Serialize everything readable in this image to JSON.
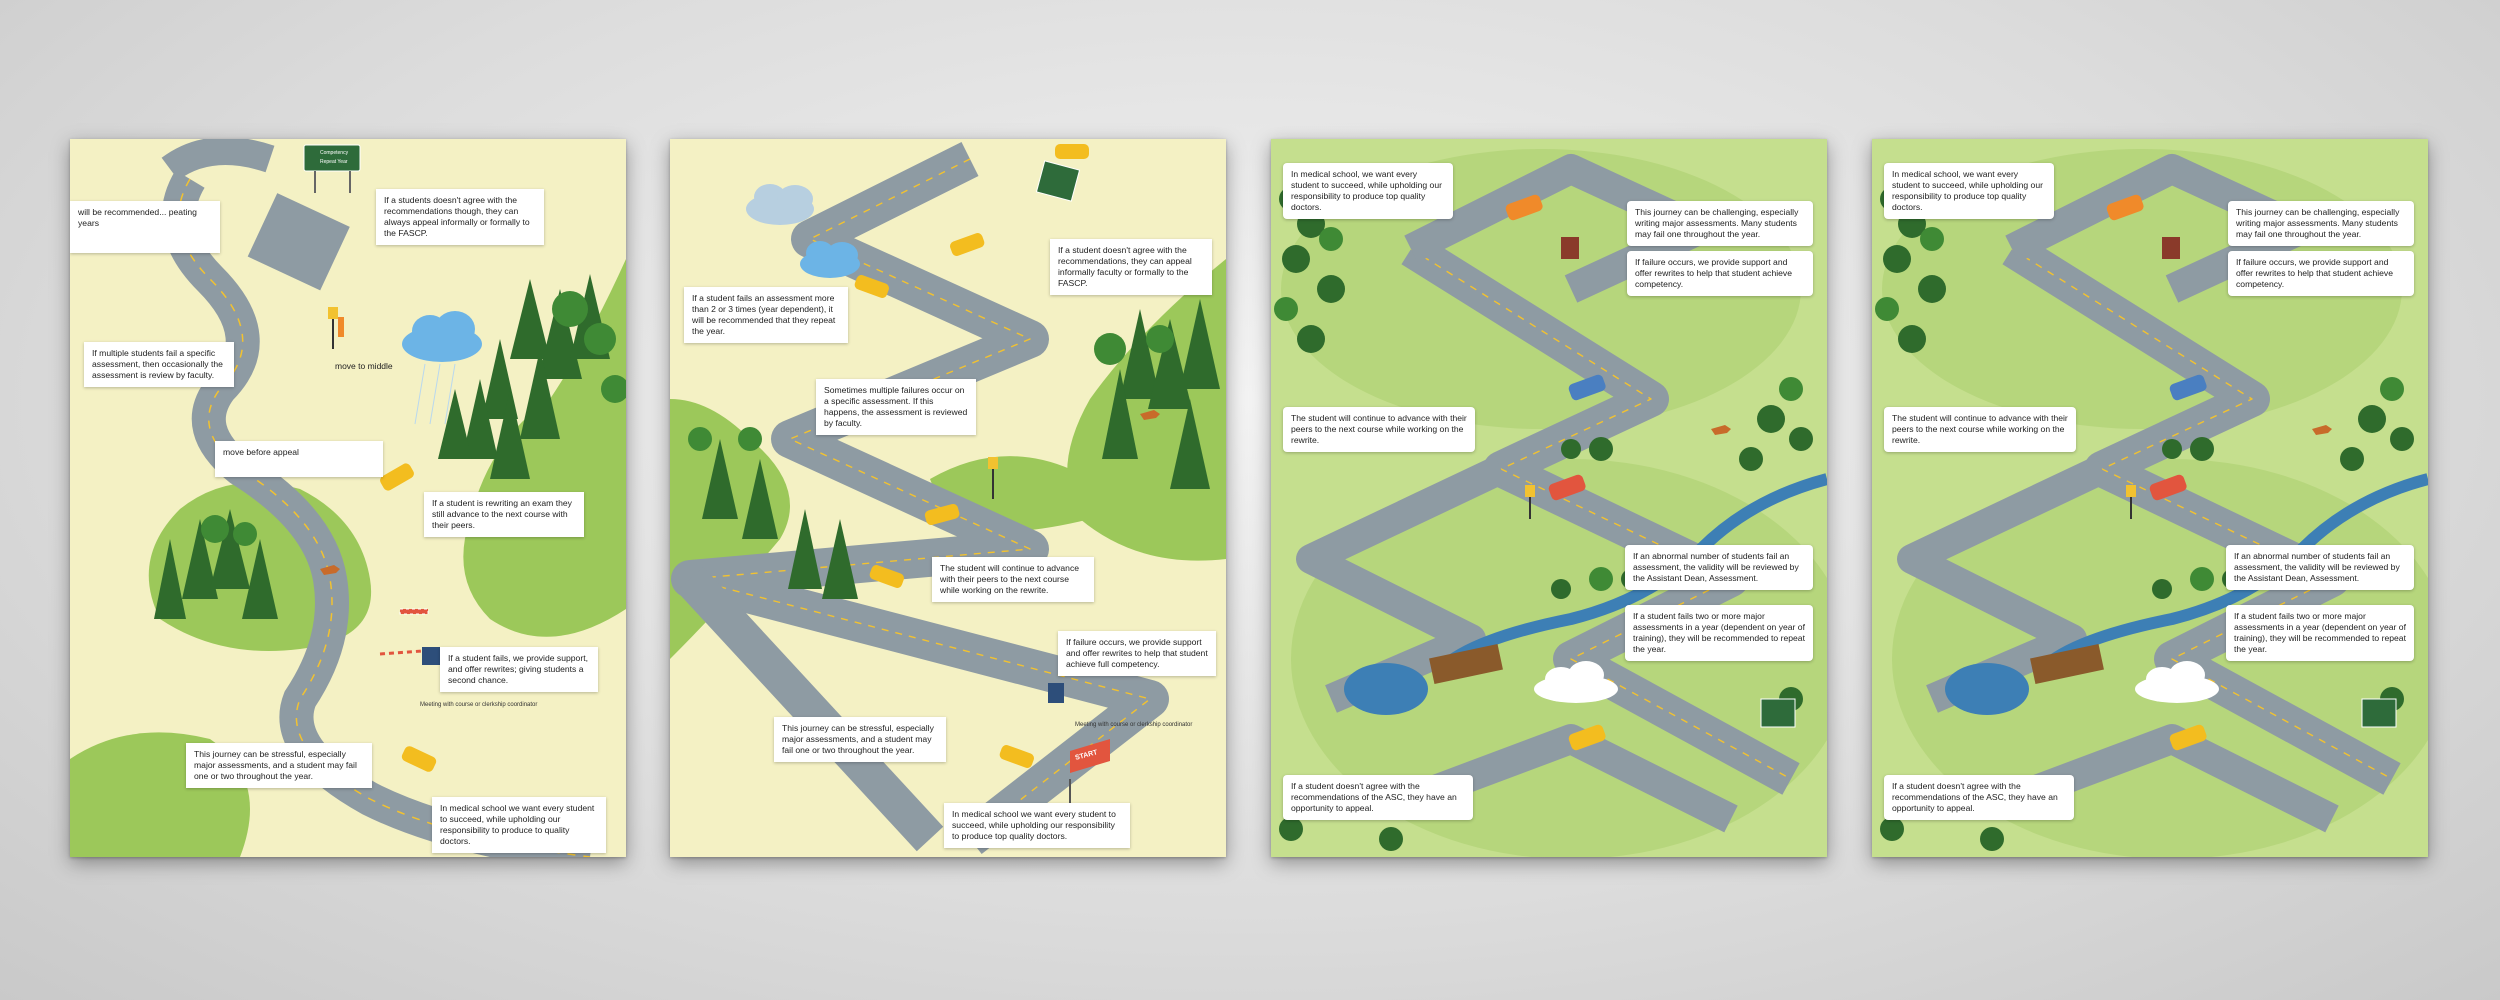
{
  "posters": [
    {
      "boxes": {
        "b1": "will be recommended... peating years",
        "b2": "If a students doesn't agree with the recommendations though, they can always appeal informally or formally to the FASCP.",
        "b3": "If multiple students fail a specific assessment, then occasionally the assessment is review by faculty.",
        "b4": "move before appeal",
        "b5": "If a student is rewriting an exam they still advance to the next course with their peers.",
        "b6": "If a student fails, we provide support, and offer rewrites; giving students a second chance.",
        "b7": "This journey can be stressful, especially major assessments, and a student may fail one or two throughout the year.",
        "b8": "In medical school we want every student to succeed, while upholding our responsibility to produce to quality doctors."
      },
      "labels": {
        "move_to_middle": "move to middle",
        "meeting": "Meeting with course or clerkship coordinator",
        "sign_line1": "Competency",
        "sign_line2": "Repeat Year"
      }
    },
    {
      "boxes": {
        "b1": "If a student doesn't agree with the recommendations, they can appeal informally faculty or formally to the FASCP.",
        "b2": "If a student fails an assessment more than 2 or 3 times (year dependent), it will be recommended that they repeat the year.",
        "b3": "Sometimes multiple failures occur on a specific assessment. If this happens, the assessment is reviewed by faculty.",
        "b4": "The student will continue to advance with their peers to the next course while working on the rewrite.",
        "b5": "If failure occurs, we provide support and offer rewrites to help that student achieve full competency.",
        "b6": "This journey can be stressful, especially major assessments, and a student may fail one or two throughout the year.",
        "b7": "In medical school we want every student to succeed, while upholding our responsibility to produce top quality doctors."
      },
      "labels": {
        "meeting": "Meeting with course or clerkship coordinator",
        "start": "START"
      }
    },
    {
      "boxes": {
        "b1": "In medical school, we want every student to succeed, while upholding our responsibility to produce top quality doctors.",
        "b2": "This journey can be challenging, especially writing major assessments. Many students may fail one throughout the year.",
        "b3": "If failure occurs, we provide support and offer rewrites to help that student achieve competency.",
        "b4": "The student will continue to advance with their peers to the next course while working on the rewrite.",
        "b5": "If an abnormal number of students fail an assessment, the validity will be reviewed by the Assistant Dean, Assessment.",
        "b6": "If a student fails two or more major assessments in a year (dependent on year of training), they will be recommended to repeat the year.",
        "b7": "If a student doesn't agree with the recommendations of the ASC, they have an opportunity to appeal."
      }
    },
    {
      "boxes": {
        "b1": "In medical school, we want every student to succeed, while upholding our responsibility to produce top quality doctors.",
        "b2": "This journey can be challenging, especially writing major assessments. Many students may fail one throughout the year.",
        "b3": "If failure occurs, we provide support and offer rewrites to help that student achieve competency.",
        "b4": "The student will continue to advance with their peers to the next course while working on the rewrite.",
        "b5": "If an abnormal number of students fail an assessment, the validity will be reviewed by the Assistant Dean, Assessment.",
        "b6": "If a student fails two or more major assessments in a year (dependent on year of training), they will be recommended to repeat the year.",
        "b7": "If a student doesn't agree with the recommendations of the ASC, they have an opportunity to appeal."
      }
    }
  ],
  "colors": {
    "cream": "#f4f1c4",
    "grass": "#9cc85a",
    "light_grass": "#c5df8e",
    "road": "#8e9ba3",
    "road_line": "#f2c230",
    "tree_dark": "#2f6b2c",
    "tree_mid": "#3f8a35",
    "car_yellow": "#f3bd1f",
    "car_orange": "#f08a2a",
    "car_blue": "#4a7fc1",
    "car_red": "#e2553e",
    "water": "#3d7fb5",
    "cloud_blue": "#6cb4e6"
  }
}
